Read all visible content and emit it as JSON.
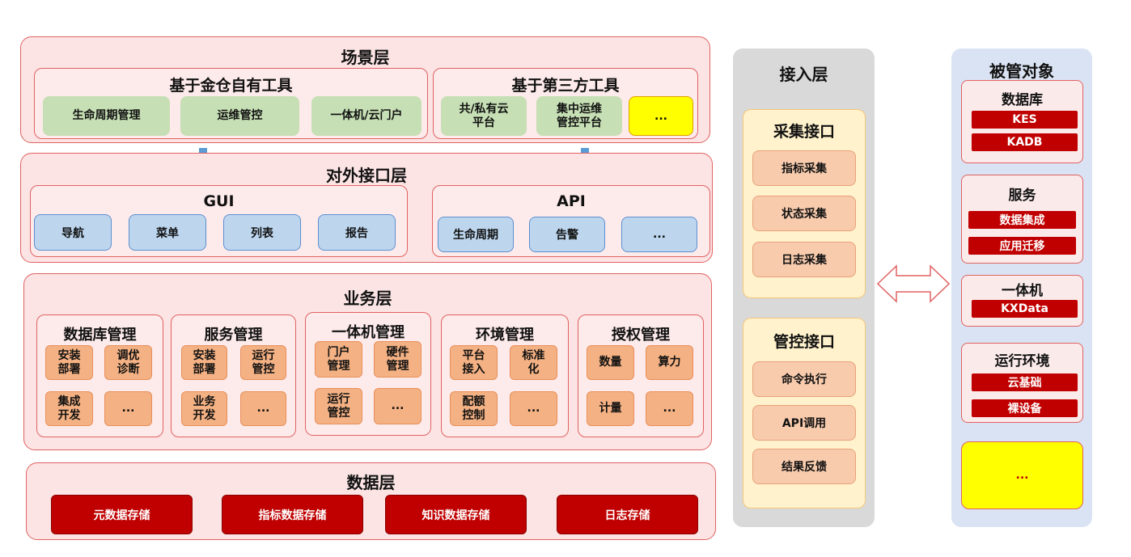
{
  "scene_layer": {
    "title": "场景层",
    "own_tools": {
      "title": "基于金仓自有工具",
      "items": [
        "生命周期管理",
        "运维管控",
        "一体机/云门户"
      ]
    },
    "third_party_tools": {
      "title": "基于第三方工具",
      "items": [
        "共/私有云\n平台",
        "集中运维\n管控平台",
        "..."
      ]
    }
  },
  "interface_layer": {
    "title": "对外接口层",
    "gui": {
      "title": "GUI",
      "items": [
        "导航",
        "菜单",
        "列表",
        "报告"
      ]
    },
    "api": {
      "title": "API",
      "items": [
        "生命周期",
        "告警",
        "..."
      ]
    }
  },
  "business_layer": {
    "title": "业务层",
    "groups": [
      {
        "title": "数据库管理",
        "items": [
          "安装\n部署",
          "调优\n诊断",
          "集成\n开发",
          "..."
        ]
      },
      {
        "title": "服务管理",
        "items": [
          "安装\n部署",
          "运行\n管控",
          "业务\n开发",
          "..."
        ]
      },
      {
        "title": "一体机管理",
        "items": [
          "门户\n管理",
          "硬件\n管理",
          "运行\n管控",
          "..."
        ]
      },
      {
        "title": "环境管理",
        "items": [
          "平台\n接入",
          "标准\n化",
          "配额\n控制",
          "..."
        ]
      },
      {
        "title": "授权管理",
        "items": [
          "数量",
          "算力",
          "计量",
          "..."
        ]
      }
    ]
  },
  "data_layer": {
    "title": "数据层",
    "items": [
      "元数据存储",
      "指标数据存储",
      "知识数据存储",
      "日志存储"
    ]
  },
  "access_layer": {
    "title": "接入层",
    "collect": {
      "title": "采集接口",
      "items": [
        "指标采集",
        "状态采集",
        "日志采集"
      ]
    },
    "control": {
      "title": "管控接口",
      "items": [
        "命令执行",
        "API调用",
        "结果反馈"
      ]
    }
  },
  "managed_objects": {
    "title": "被管对象",
    "groups": [
      {
        "title": "数据库",
        "items": [
          "KES",
          "KADB"
        ]
      },
      {
        "title": "服务",
        "items": [
          "数据集成",
          "应用迁移"
        ]
      },
      {
        "title": "一体机",
        "items": [
          "KXData"
        ]
      },
      {
        "title": "运行环境",
        "items": [
          "云基础",
          "裸设备"
        ]
      }
    ],
    "more": "..."
  },
  "colors": {
    "layer_fill": "#fce4e4",
    "border_red": "#e06262",
    "green": "#c6dfb4",
    "blue": "#bdd6ee",
    "orange": "#f4b183",
    "dark_red": "#c00000",
    "yellow": "#ffff00",
    "gray_panel": "#d9d9d9",
    "cream": "#fff2cc",
    "lavender": "#dae3f3"
  }
}
